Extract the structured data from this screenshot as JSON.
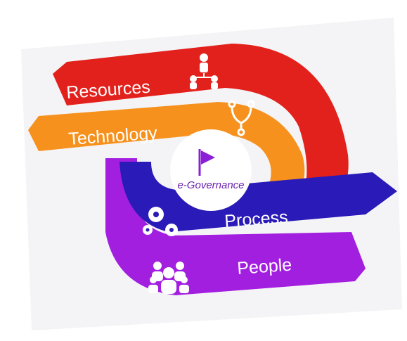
{
  "diagram": {
    "center_label": "e-Governance",
    "bands": [
      {
        "key": "resources",
        "label": "Resources",
        "color": "#e3211c",
        "icon": "hierarchy-people-icon"
      },
      {
        "key": "technology",
        "label": "Technology",
        "color": "#f7911d",
        "icon": "branch-icon"
      },
      {
        "key": "process",
        "label": "Process",
        "color": "#2a1ab8",
        "icon": "gears-icon"
      },
      {
        "key": "people",
        "label": "People",
        "color": "#a31fe0",
        "icon": "group-of-people-icon"
      }
    ],
    "flag_color": "#8a1fd6"
  }
}
